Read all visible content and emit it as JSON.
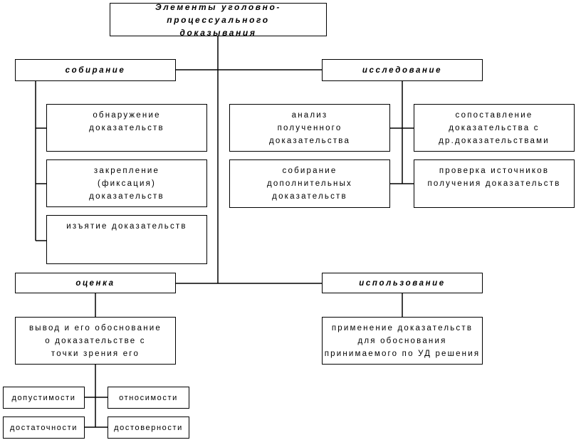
{
  "root": "Элементы уголовно-процессуального\nдоказывания",
  "stages": {
    "collection": "собирание",
    "research": "исследование",
    "evaluation": "оценка",
    "usage": "использование"
  },
  "collection_items": [
    "обнаружение\nдоказательств",
    "закрепление\n(фиксация)\nдоказательств",
    "изъятие доказательств"
  ],
  "research_items": [
    "анализ\nполученного\nдоказательства",
    "сопоставление\nдоказательства с\nдр.доказательствами",
    "собирание\nдополнительных\nдоказательств",
    "проверка источников\nполучения доказательств"
  ],
  "evaluation_item": "вывод и его обоснование\nо доказательстве с\nточки зрения его",
  "criteria": [
    "допустимости",
    "относимости",
    "достаточности",
    "достоверности"
  ],
  "usage_item": "применение доказательств\nдля обоснования\nпринимаемого по УД решения"
}
